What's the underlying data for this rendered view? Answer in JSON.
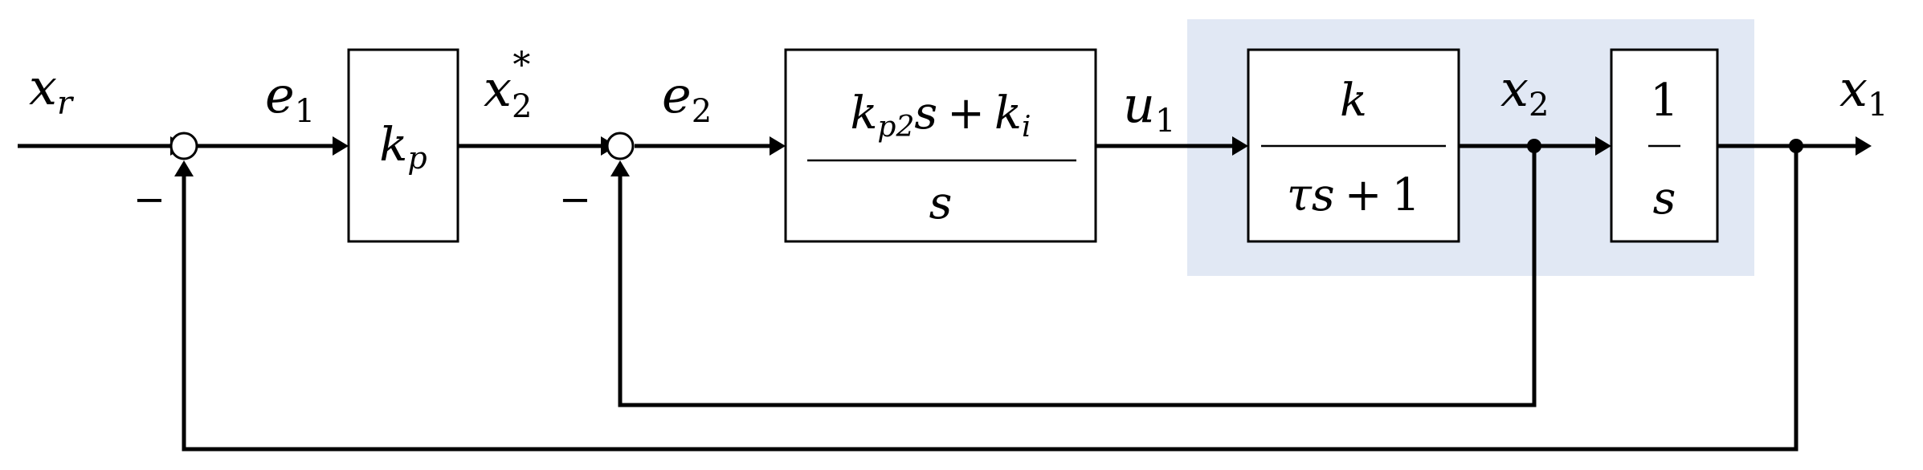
{
  "colors": {
    "plant_highlight": "#e1e8f4",
    "line": "#000000",
    "background": "#ffffff"
  },
  "signals": {
    "x_r": {
      "base": "x",
      "sub": "r"
    },
    "e_1": {
      "base": "e",
      "sub": "1"
    },
    "x_2_star": {
      "base": "x",
      "sub": "2",
      "sup": "*"
    },
    "e_2": {
      "base": "e",
      "sub": "2"
    },
    "u_1": {
      "base": "u",
      "sub": "1"
    },
    "x_2": {
      "base": "x",
      "sub": "2"
    },
    "x_1": {
      "base": "x",
      "sub": "1"
    }
  },
  "blocks": {
    "outer_gain": {
      "base": "k",
      "sub": "p"
    },
    "pi_controller": {
      "num": {
        "a": "k",
        "a_sub": "p2",
        "b": "s",
        "op": "+",
        "c": "k",
        "c_sub": "i"
      },
      "den": "s"
    },
    "first_order": {
      "num": "k",
      "den": {
        "a": "τ",
        "b": "s",
        "op": "+",
        "c": "1"
      }
    },
    "integrator": {
      "num": "1",
      "den": "s"
    }
  },
  "summing_junctions": {
    "outer": {
      "sign": "−"
    },
    "inner": {
      "sign": "−"
    }
  }
}
